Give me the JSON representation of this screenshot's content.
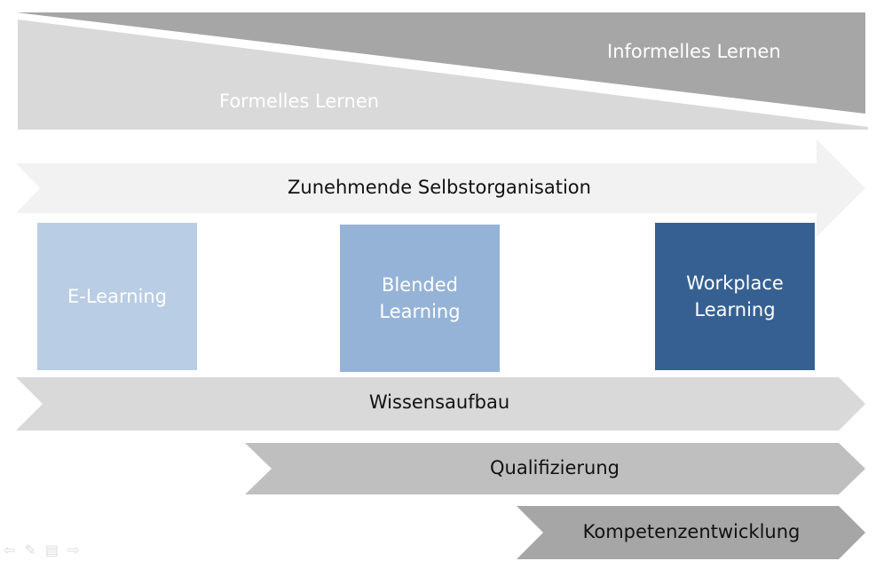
{
  "banner": {
    "formal_label": "Formelles Lernen",
    "informal_label": "Informelles Lernen"
  },
  "arrows": {
    "self_organisation": "Zunehmende Selbstorganisation",
    "knowledge": "Wissensaufbau",
    "qualification": "Qualifizierung",
    "competence": "Kompetenzentwicklung"
  },
  "boxes": {
    "elearning": "E-Learning",
    "blended": "Blended\nLearning",
    "workplace": "Workplace\nLearning"
  },
  "colors": {
    "formal_wedge": "#d9d9d9",
    "informal_wedge": "#a6a6a6",
    "self_org_arrow": "#f2f2f2",
    "knowledge_arrow": "#d9d9d9",
    "qualification_arrow": "#bfbfbf",
    "competence_arrow": "#a6a6a6",
    "elearning_box": "#b9cde5",
    "blended_box": "#95b3d7",
    "workplace_box": "#366092"
  },
  "nav_icons": [
    "arrow-left-icon",
    "pen-icon",
    "menu-icon",
    "arrow-right-icon"
  ]
}
